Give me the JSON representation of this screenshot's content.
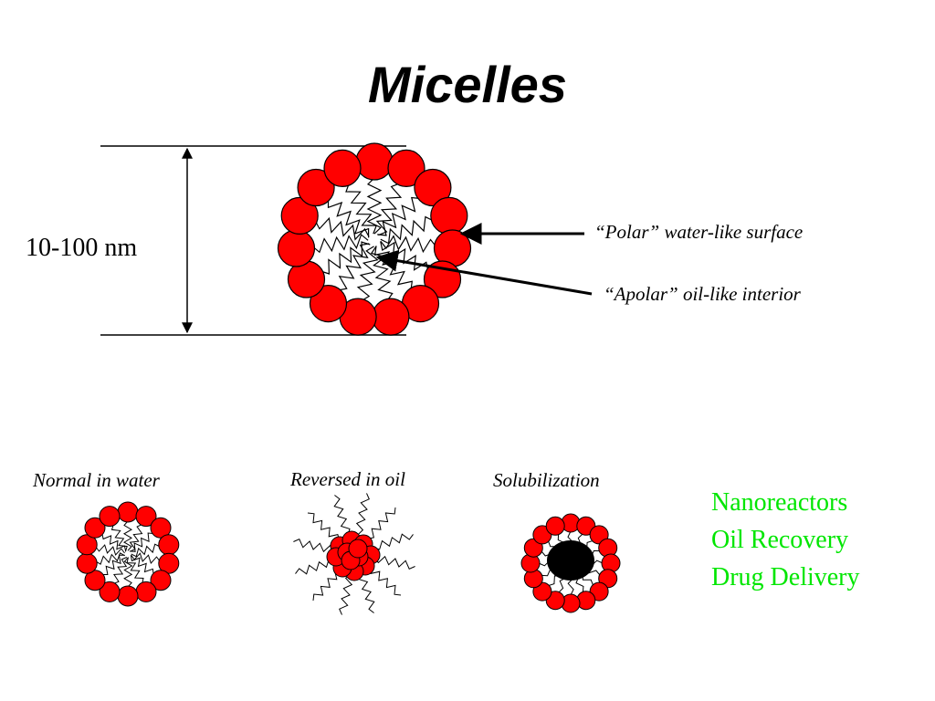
{
  "title": "Micelles",
  "size_label": "10-100 nm",
  "callouts": {
    "polar": "“Polar” water-like surface",
    "apolar": "“Apolar” oil-like interior"
  },
  "captions": {
    "normal": "Normal in water",
    "reversed": "Reversed in oil",
    "solubilization": "Solubilization"
  },
  "applications": [
    "Nanoreactors",
    "Oil Recovery",
    "Drug Delivery"
  ],
  "colors": {
    "head_fill": "#ff0000",
    "outline": "#000000",
    "application_text": "#00e600"
  }
}
